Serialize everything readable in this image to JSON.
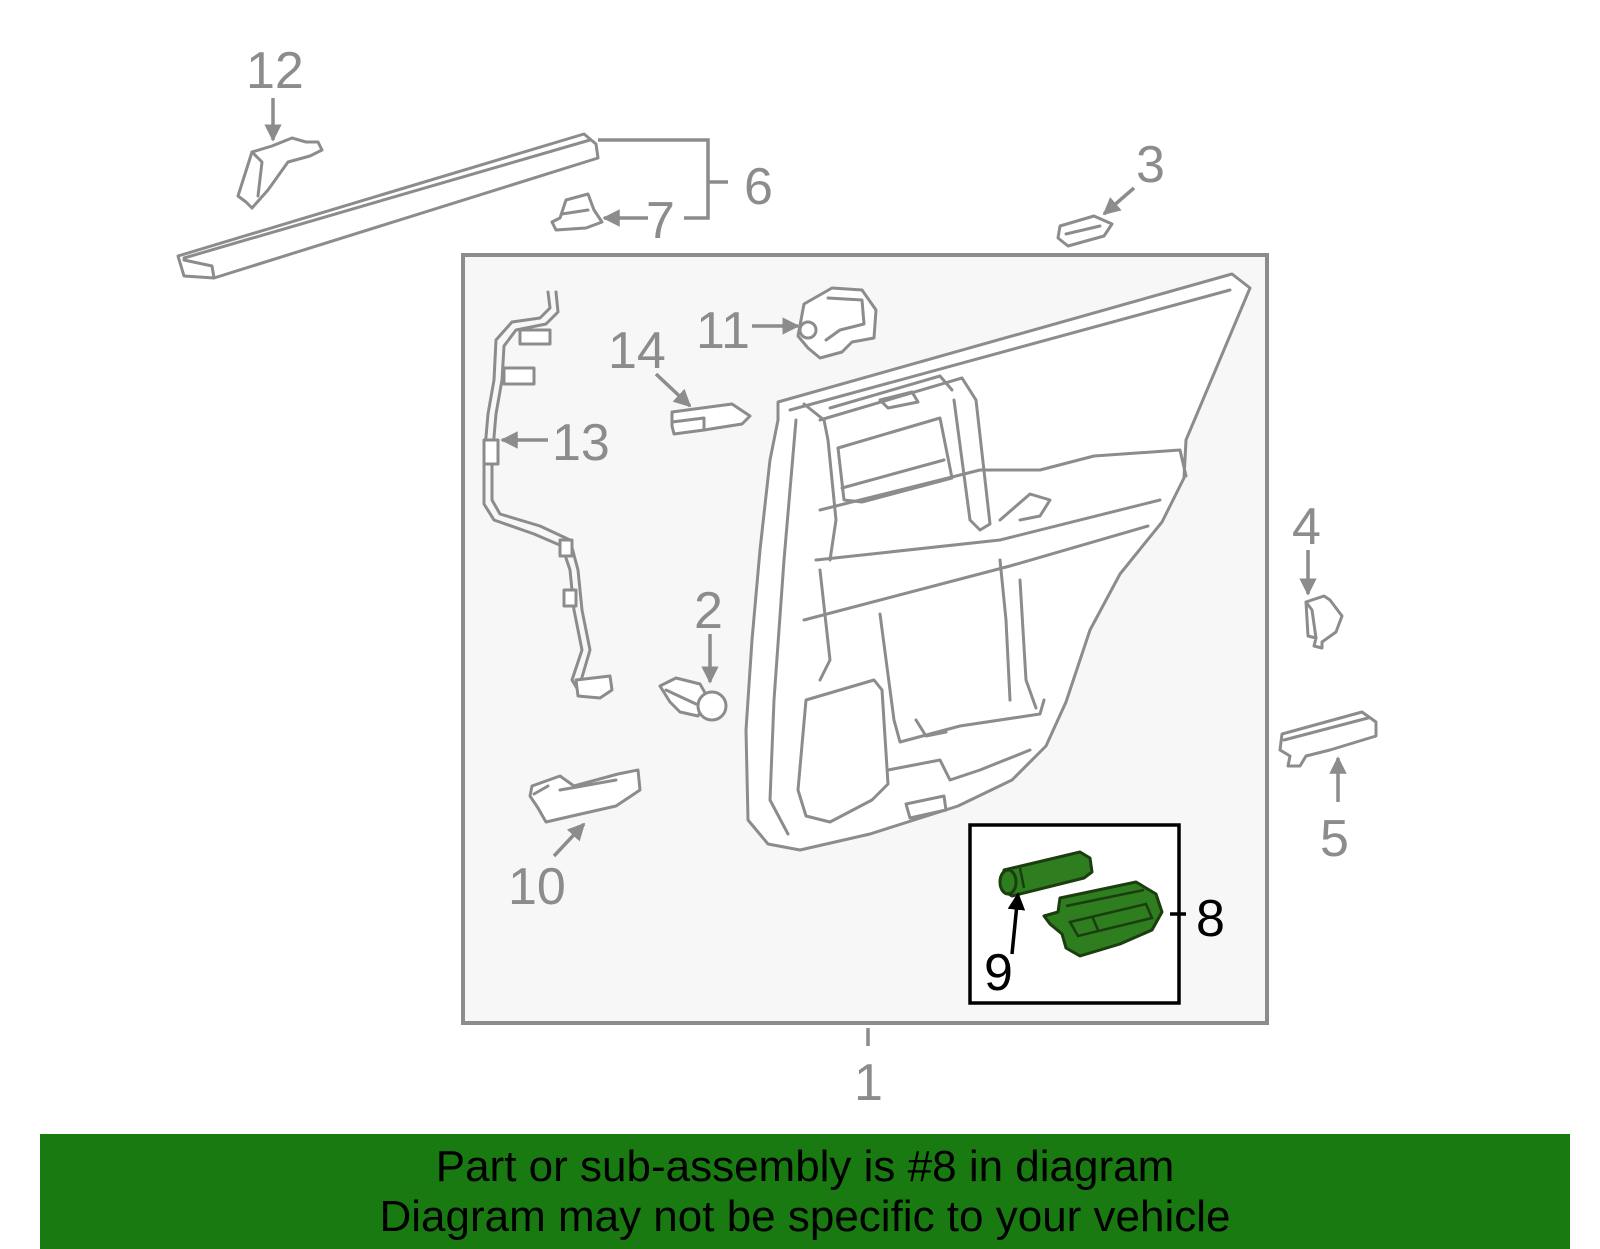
{
  "callouts": {
    "c1": "1",
    "c2": "2",
    "c3": "3",
    "c4": "4",
    "c5": "5",
    "c6": "6",
    "c7": "7",
    "c8": "8",
    "c9": "9",
    "c10": "10",
    "c11": "11",
    "c12": "12",
    "c13": "13",
    "c14": "14"
  },
  "highlighted_part": "8",
  "colors": {
    "highlight_fill": "#2e7d1e",
    "banner_bg": "#187a11",
    "line_gray": "#8c8c8c",
    "box_fill": "#f7f7f7"
  },
  "banner": {
    "line1": "Part or sub-assembly is #8 in diagram",
    "line2": "Diagram may not be specific to your vehicle"
  }
}
